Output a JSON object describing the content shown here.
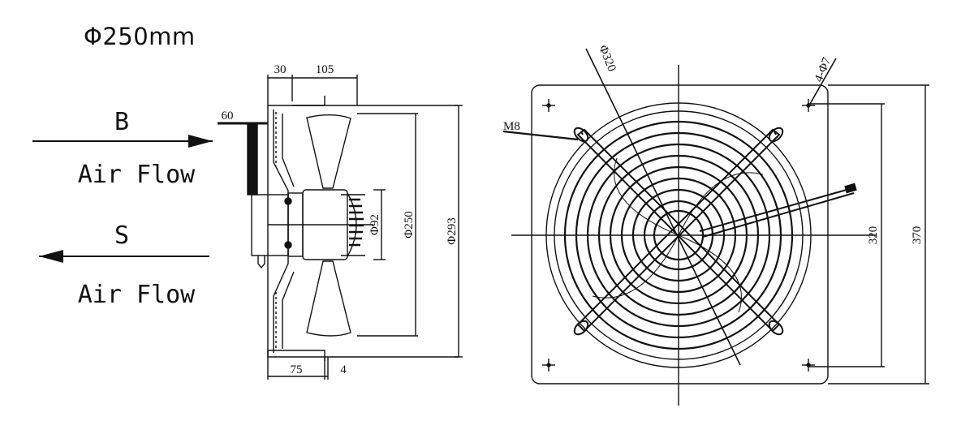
{
  "title": "Φ250mm",
  "airflow": {
    "b_letter": "B",
    "b_text": "Air Flow",
    "s_letter": "S",
    "s_text": "Air Flow"
  },
  "side_view": {
    "dim_30": "30",
    "dim_105": "105",
    "dim_60": "60",
    "dim_75": "75",
    "dim_4": "4",
    "dia_92": "Φ92",
    "dia_250": "Φ250",
    "dia_293": "Φ293"
  },
  "front_view": {
    "dia_320": "Φ320",
    "holes": "4-Φ7",
    "bolt": "M8",
    "dim_320": "320",
    "dim_370": "370"
  }
}
